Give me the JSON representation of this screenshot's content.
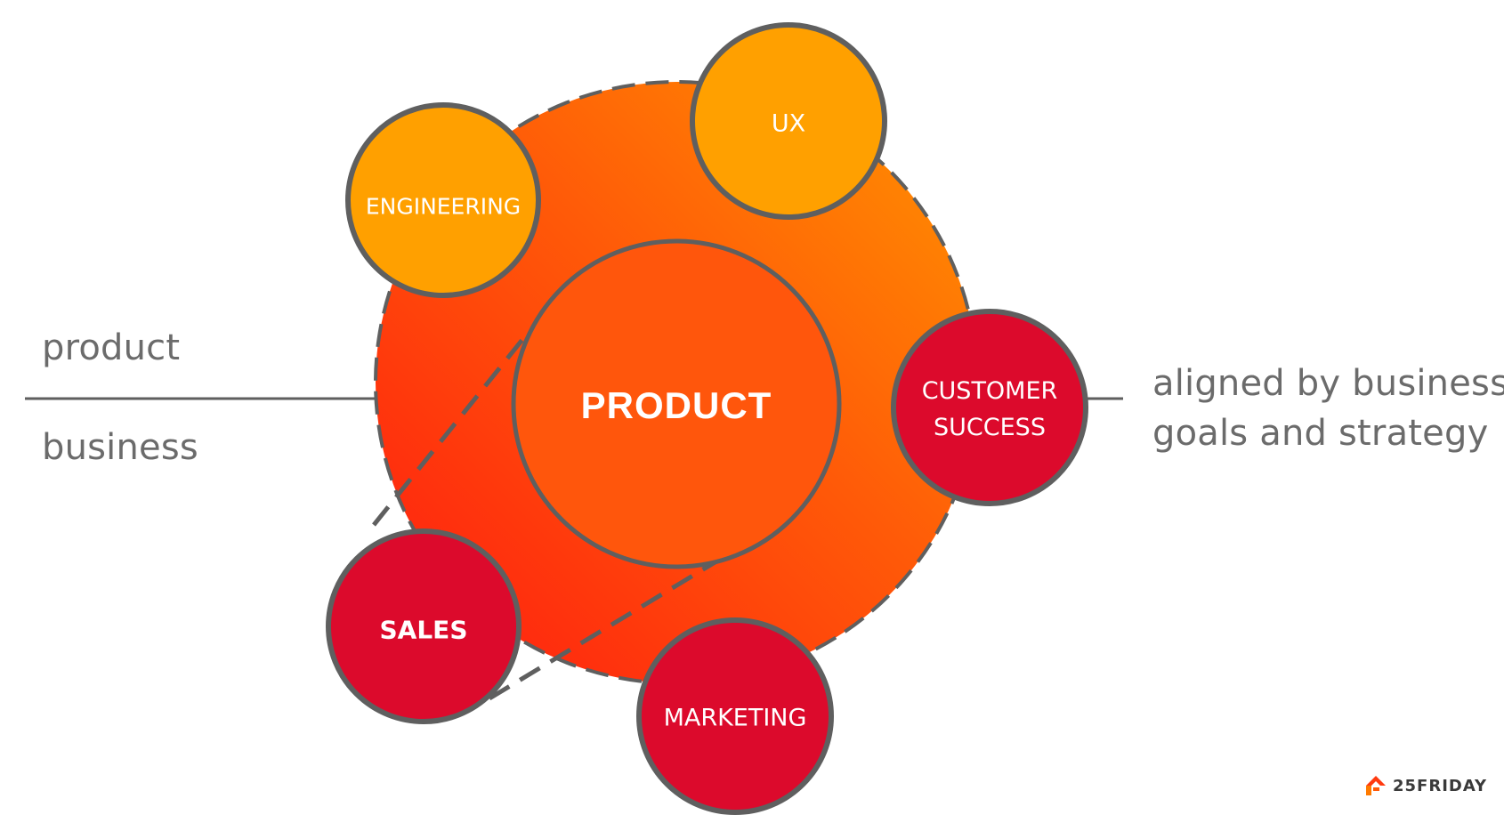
{
  "left_labels": {
    "top": "product",
    "bottom": "business"
  },
  "tagline": {
    "line1": "aligned by business",
    "line2": "goals and strategy"
  },
  "nodes": {
    "center": "PRODUCT",
    "engineering": "ENGINEERING",
    "ux": "UX",
    "customer_success_line1": "CUSTOMER",
    "customer_success_line2": "SUCCESS",
    "sales": "SALES",
    "marketing": "MARKETING"
  },
  "logo": {
    "text": "25FRIDAY"
  },
  "colors": {
    "outer_gradient_start": "#ff2a10",
    "outer_gradient_end": "#ff8a00",
    "center": "#ff5a0c",
    "product_team": "#ffa000",
    "business_team": "#dc0a2c",
    "outline": "#5f5f5f",
    "text_gray": "#6b6b6b"
  }
}
